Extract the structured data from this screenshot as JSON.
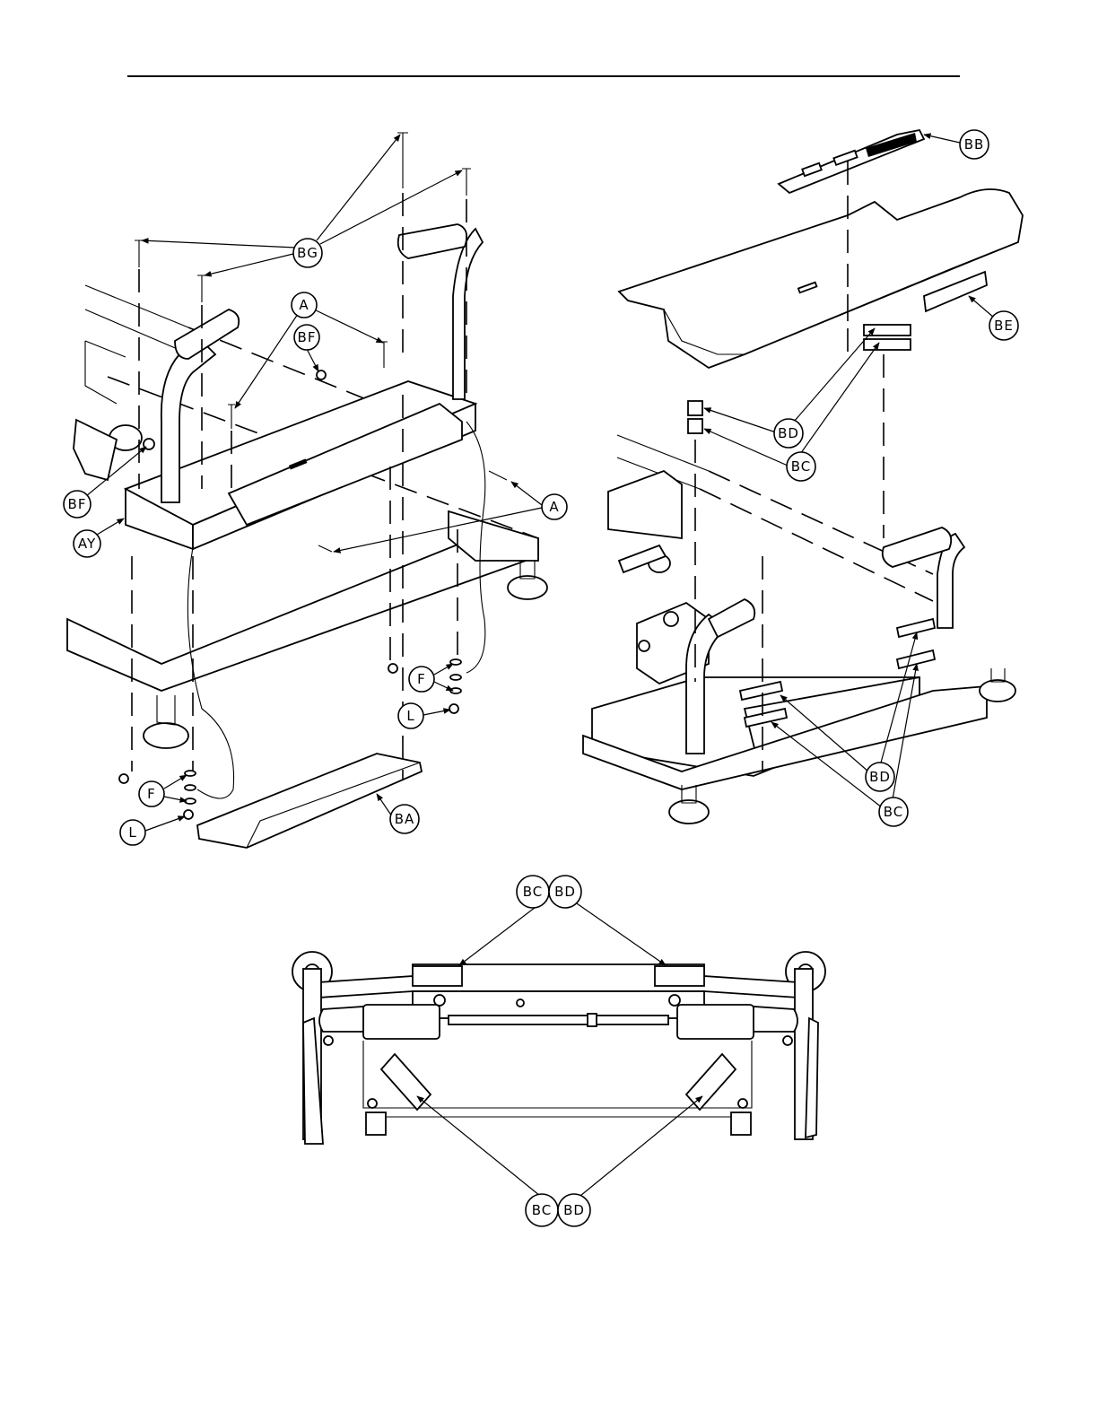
{
  "callouts": {
    "A": "A",
    "AY": "AY",
    "BA": "BA",
    "BB": "BB",
    "BC": "BC",
    "BD": "BD",
    "BE": "BE",
    "BF": "BF",
    "BG": "BG",
    "F": "F",
    "L": "L"
  }
}
